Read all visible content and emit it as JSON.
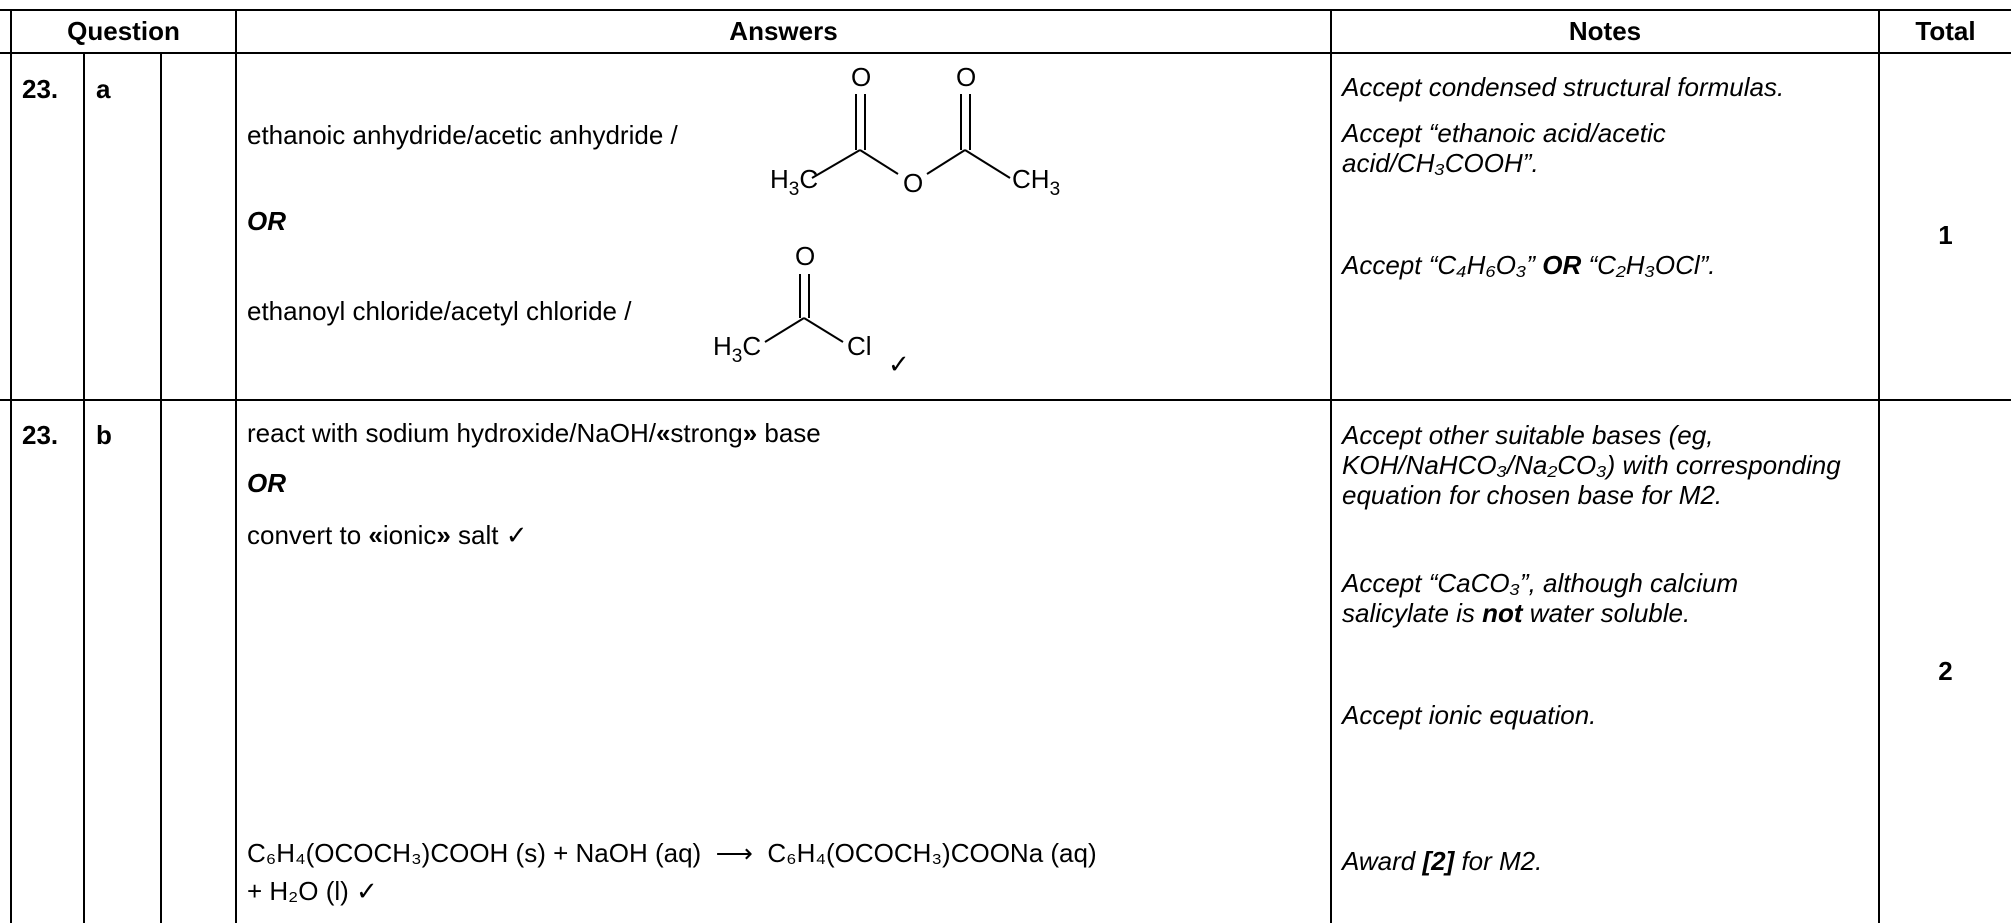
{
  "header": {
    "question": "Question",
    "answers": "Answers",
    "notes": "Notes",
    "total": "Total"
  },
  "row_a": {
    "number": "23.",
    "part": "a",
    "answer_line1": "ethanoic anhydride/acetic anhydride /",
    "or_label": "OR",
    "answer_line2": "ethanoyl chloride/acetyl chloride /",
    "anhydride_structure": {
      "o_left": "O",
      "o_right": "O",
      "o_bridge": "O",
      "ch3_left": "H",
      "ch3_left_sub": "3",
      "ch3_left_c": "C",
      "ch3_right": "CH",
      "ch3_right_sub": "3"
    },
    "chloride_structure": {
      "o": "O",
      "ch3": "H",
      "ch3_sub": "3",
      "ch3_c": "C",
      "cl": "Cl"
    },
    "tick": "✓",
    "notes": [
      "Accept condensed structural formulas.",
      "Accept “ethanoic acid/acetic acid/CH₃COOH”.",
      "Accept “C₄H₆O₃” OR “C₂H₃OCl”."
    ],
    "note3_part1": "Accept “C₄H₆O₃” ",
    "note3_or": "OR",
    "note3_part2": " “C₂H₃OCl”.",
    "total": "1"
  },
  "row_b": {
    "number": "23.",
    "part": "b",
    "answer_line1_pre": "react with sodium hydroxide/NaOH/",
    "answer_line1_lq": "«",
    "answer_line1_word": "strong",
    "answer_line1_rq": "»",
    "answer_line1_post": " base",
    "or_label": "OR",
    "answer_line2_pre": "convert to ",
    "answer_line2_lq": "«",
    "answer_line2_word": "ionic",
    "answer_line2_rq": "»",
    "answer_line2_post": " salt ✓",
    "equation_line1": "C₆H₄(OCOCH₃)COOH (s) + NaOH (aq)  ⟶  C₆H₄(OCOCH₃)COONa (aq)",
    "equation_line2": "+ H₂O (l) ✓",
    "note1": "Accept other suitable bases (eg, KOH/NaHCO₃/Na₂CO₃) with corresponding equation for chosen base for M2.",
    "note2_pre": "Accept “CaCO₃”, although calcium salicylate is ",
    "note2_bold": "not",
    "note2_post": " water soluble.",
    "note3": "Accept ionic equation.",
    "note4_pre": "Award ",
    "note4_bold": "[2]",
    "note4_post": " for M2.",
    "total": "2"
  }
}
